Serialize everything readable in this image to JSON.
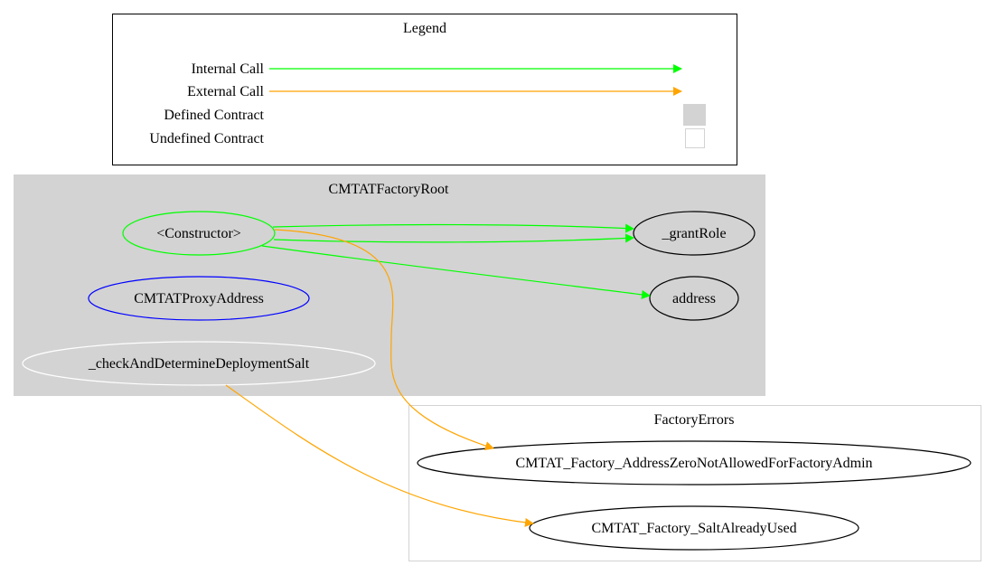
{
  "legend": {
    "title": "Legend",
    "items": {
      "internal_call": "Internal Call",
      "external_call": "External Call",
      "defined_contract": "Defined Contract",
      "undefined_contract": "Undefined Contract"
    }
  },
  "clusters": {
    "root": {
      "title": "CMTATFactoryRoot",
      "nodes": {
        "constructor": "<Constructor>",
        "proxy_address": "CMTATProxyAddress",
        "check_salt": "_checkAndDetermineDeploymentSalt",
        "grant_role": "_grantRole",
        "address": "address"
      }
    },
    "errors": {
      "title": "FactoryErrors",
      "nodes": {
        "address_zero": "CMTAT_Factory_AddressZeroNotAllowedForFactoryAdmin",
        "salt_used": "CMTAT_Factory_SaltAlreadyUsed"
      }
    }
  },
  "colors": {
    "internal_call": "#00ff00",
    "external_call": "#ffa500",
    "defined_contract": "#d3d3d3",
    "undefined_contract_border": "#d3d3d3",
    "public_function": "#00ff00",
    "state_variable": "#0000ff",
    "internal_function": "#ffffff"
  }
}
